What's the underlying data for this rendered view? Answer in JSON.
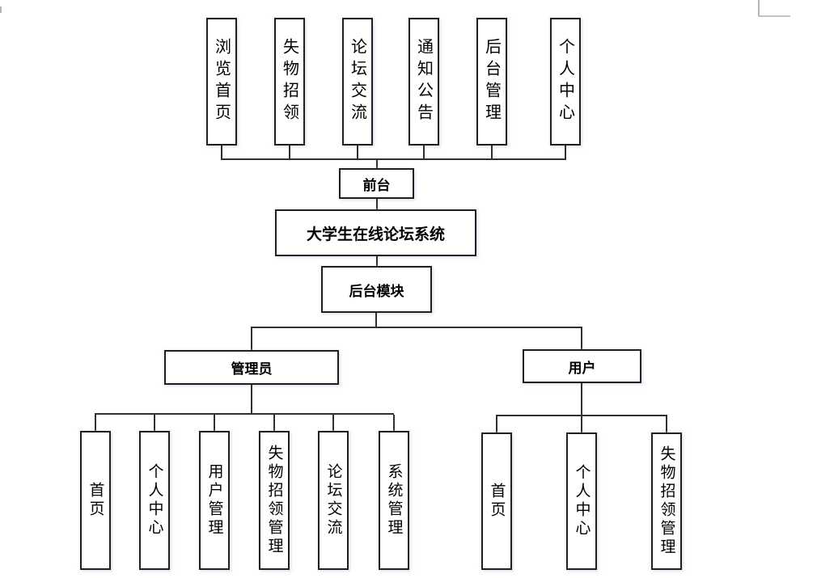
{
  "diagram": {
    "system_title": "大学生在线论坛系统",
    "frontend": {
      "label": "前台",
      "leaves": [
        "浏览首页",
        "失物招领",
        "论坛交流",
        "通知公告",
        "后台管理",
        "个人中心"
      ]
    },
    "backend": {
      "label": "后台模块",
      "admin": {
        "label": "管理员",
        "leaves": [
          "首页",
          "个人中心",
          "用户管理",
          "失物招领管理",
          "论坛交流",
          "系统管理"
        ]
      },
      "user": {
        "label": "用户",
        "leaves": [
          "首页",
          "个人中心",
          "失物招领管理"
        ]
      }
    },
    "colors": {
      "line": "#2f2f2f",
      "box_border": "#1f1f1f",
      "box_fill": "#ffffff",
      "text": "#000000",
      "corner_gray": "#b4b4b4"
    }
  }
}
